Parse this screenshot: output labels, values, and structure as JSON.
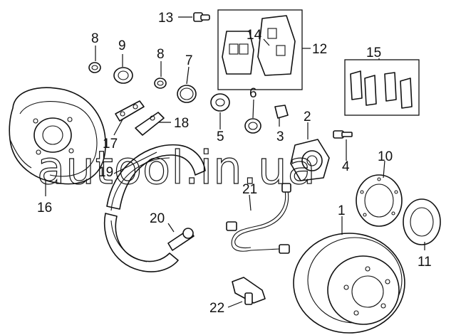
{
  "watermark": "autool.in.ua",
  "callouts": {
    "c1": "1",
    "c2": "2",
    "c3": "3",
    "c4": "4",
    "c5": "5",
    "c6": "6",
    "c7": "7",
    "c8a": "8",
    "c8b": "8",
    "c9": "9",
    "c10": "10",
    "c11": "11",
    "c12": "12",
    "c13": "13",
    "c14": "14",
    "c15": "15",
    "c16": "16",
    "c17": "17",
    "c18": "18",
    "c19": "19",
    "c20": "20",
    "c21": "21",
    "c22": "22"
  }
}
